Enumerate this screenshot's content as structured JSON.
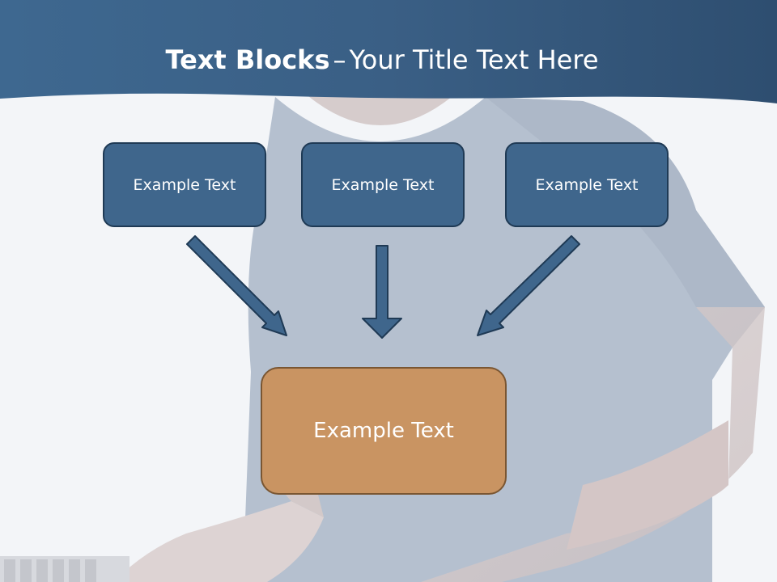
{
  "title": {
    "bold": "Text Blocks",
    "separator": "–",
    "rest": "Your Title Text Here"
  },
  "blocks": [
    {
      "label": "Example Text"
    },
    {
      "label": "Example Text"
    },
    {
      "label": "Example Text"
    }
  ],
  "target": {
    "label": "Example Text"
  },
  "colors": {
    "header": "#3d6288",
    "block": "#3f668c",
    "target": "#c99462",
    "arrow": "#3f668c"
  }
}
